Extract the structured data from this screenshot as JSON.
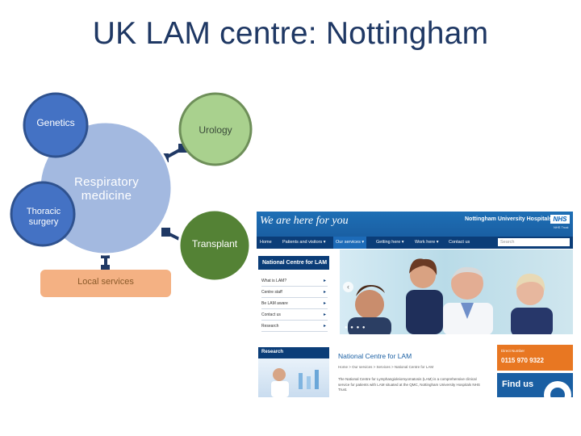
{
  "slide": {
    "title": "UK LAM centre: Nottingham"
  },
  "diagram": {
    "nodes": {
      "genetics": "Genetics",
      "urology": "Urology",
      "respiratory": "Respiratory medicine",
      "thoracic": "Thoracic surgery",
      "transplant": "Transplant",
      "local": "Local services"
    },
    "colors": {
      "dark_blue_node": "#4472c4",
      "dark_blue_border": "#2f528f",
      "center_fill": "#8eaadb",
      "urology_fill": "#a9d18e",
      "transplant_fill": "#548235",
      "local_fill": "#f4b183",
      "connector": "#1f3864"
    }
  },
  "website": {
    "tagline": "We are here for you",
    "organisation": "Nottingham University Hospitals",
    "nhs_badge": "NHS",
    "nhs_trust": "NHS Trust",
    "nav": [
      "Home",
      "Patients and visitors ▾",
      "Our services ▾",
      "Getting here ▾",
      "Work here ▾",
      "Contact us"
    ],
    "search_placeholder": "Search",
    "sidebar_title": "National Centre for LAM",
    "sidebar_links": [
      "What is LAM?",
      "Centre staff",
      "Be LAM aware",
      "Contact us",
      "Research"
    ],
    "research_title": "Research",
    "main_title": "National Centre for LAM",
    "breadcrumb": "Home  >  Our services  >  Services  >  National Centre for LAM",
    "body_text": "The National Centre for Lymphangioleiomyomatosis (LAM) is a comprehensive clinical service for patients with LAM situated at the QMC, Nottingham University Hospitals NHS Trust.",
    "contact_label": "Direct Number",
    "contact_phone": "0115 970 9322",
    "find_us": "Find us"
  }
}
